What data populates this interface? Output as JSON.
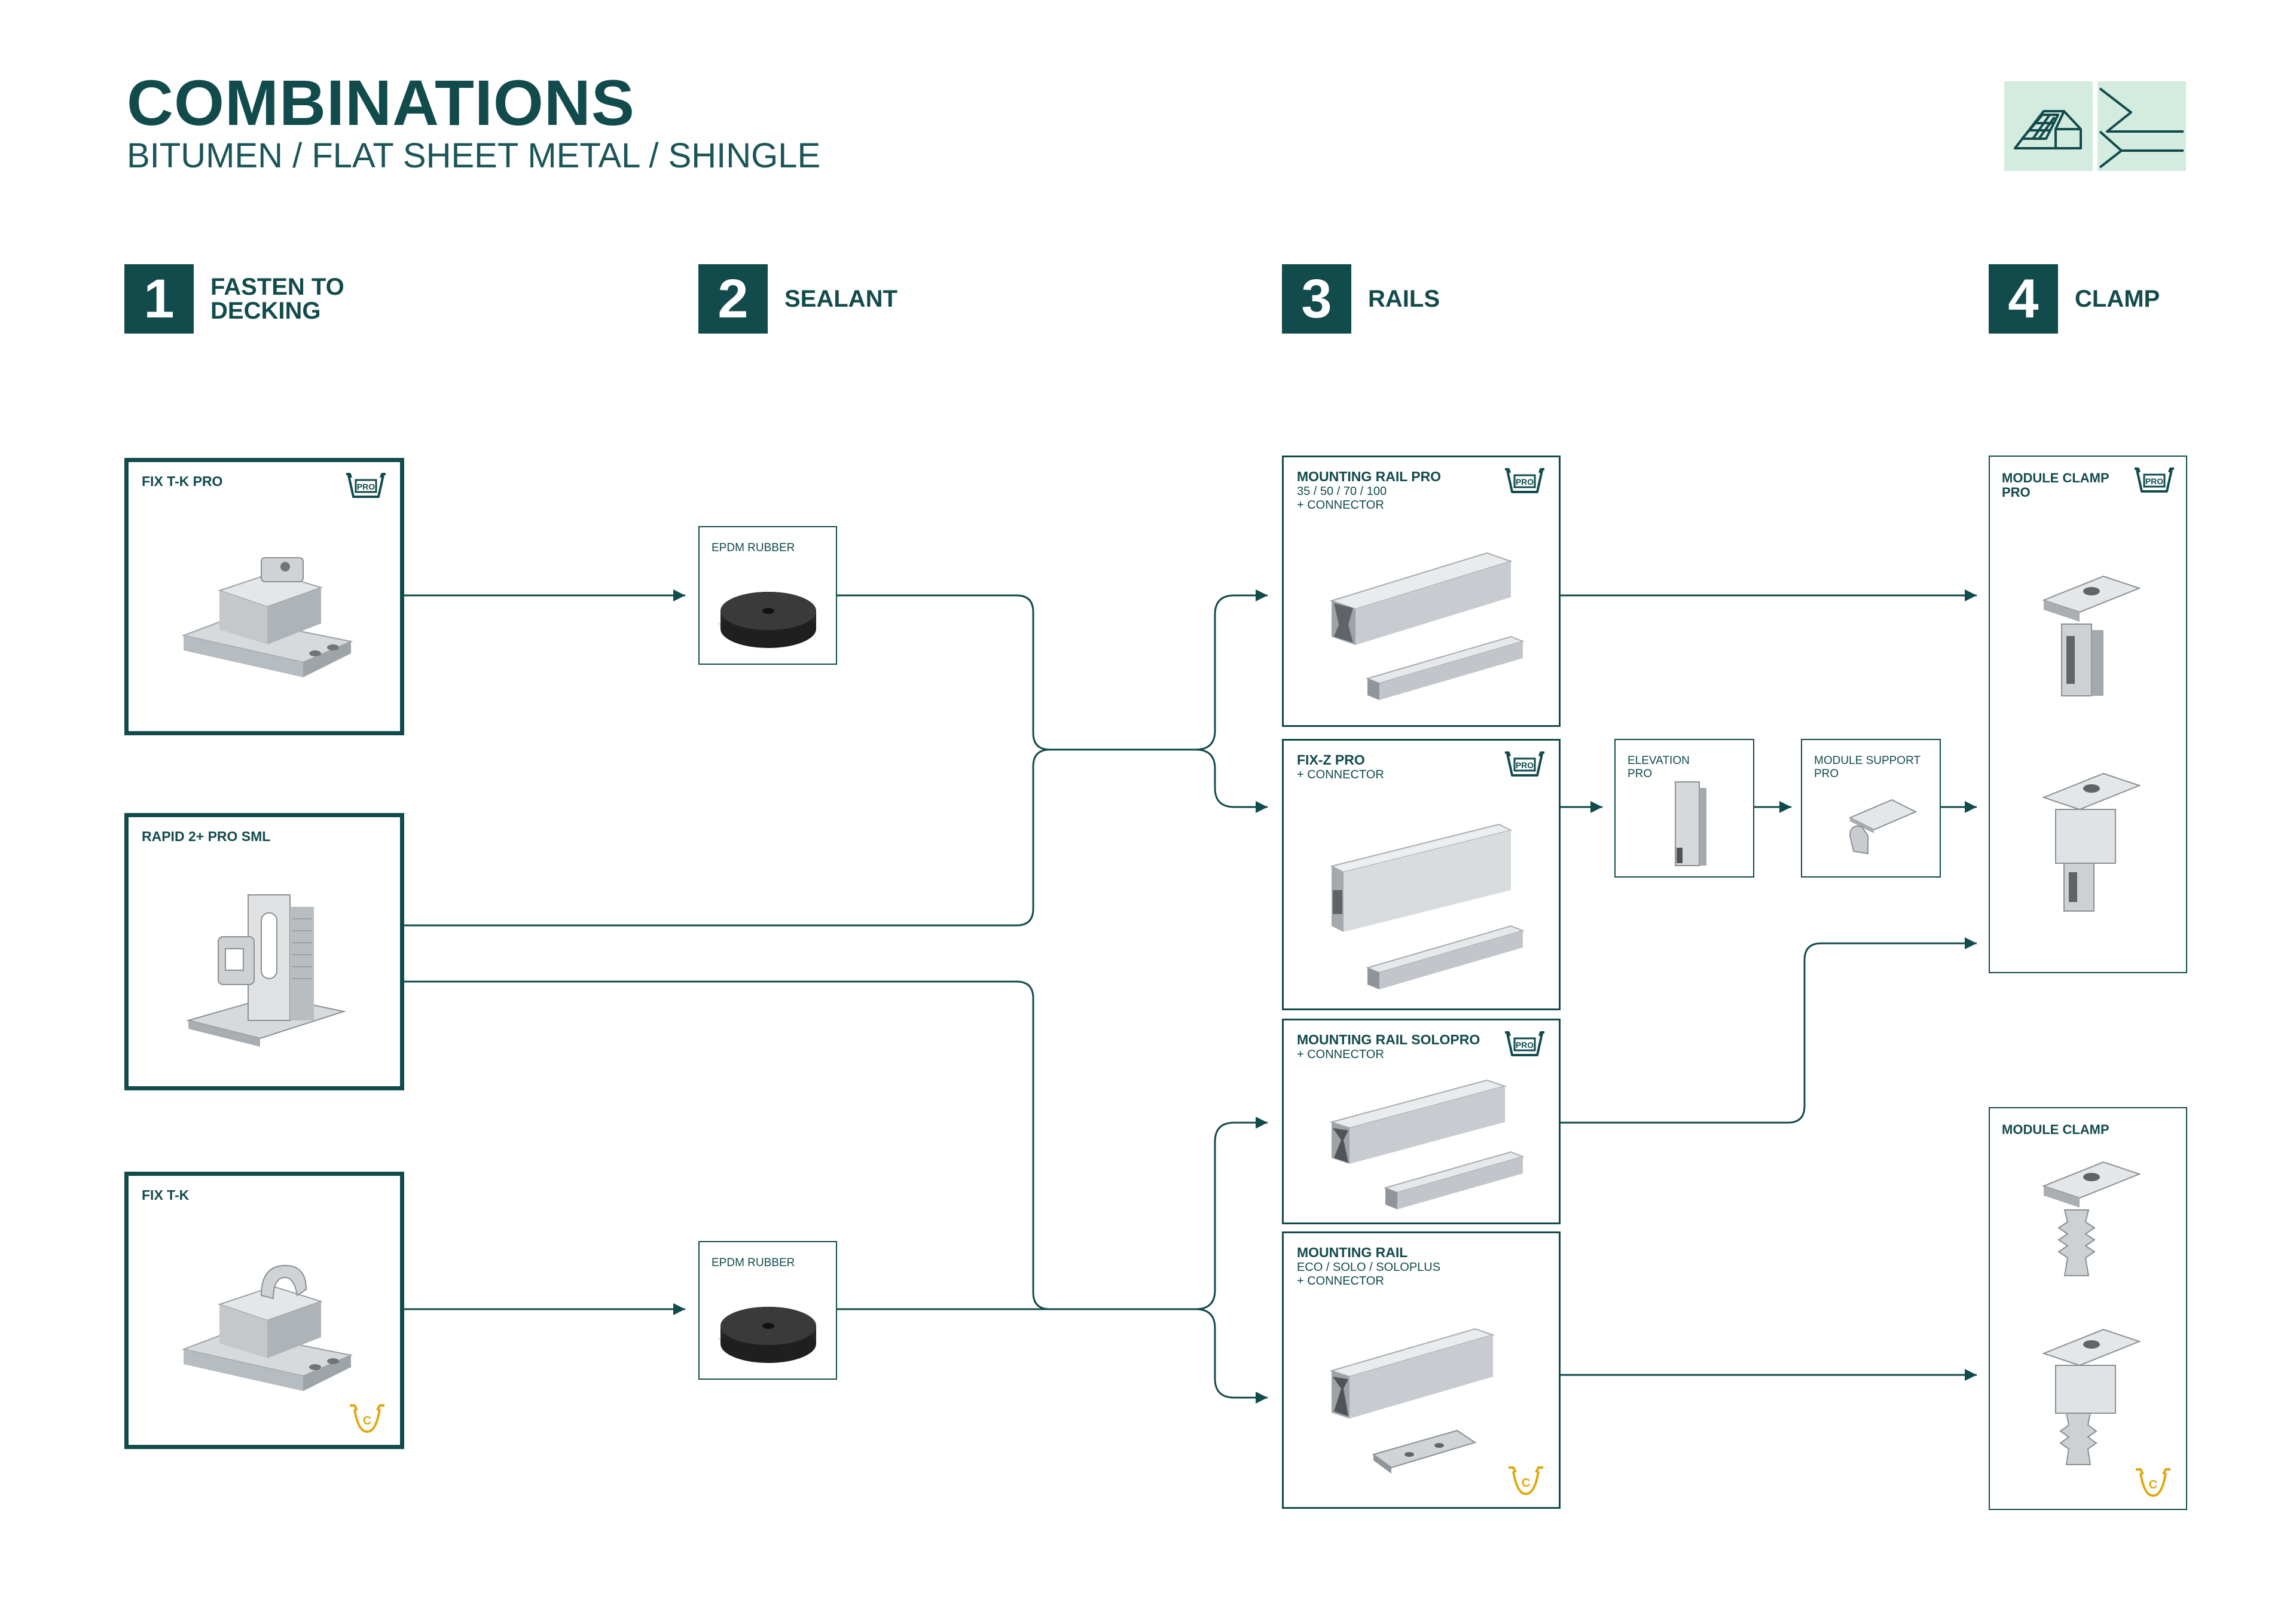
{
  "header": {
    "title": "COMBINATIONS",
    "subtitle": "BITUMEN / FLAT SHEET METAL / SHINGLE"
  },
  "roof_icons": [
    "pitched-roof-solar-icon",
    "flat-sheet-metal-icon"
  ],
  "steps": [
    {
      "num": "1",
      "label_line1": "FASTEN TO",
      "label_line2": "DECKING"
    },
    {
      "num": "2",
      "label_line1": "SEALANT",
      "label_line2": ""
    },
    {
      "num": "3",
      "label_line1": "RAILS",
      "label_line2": ""
    },
    {
      "num": "4",
      "label_line1": "CLAMP",
      "label_line2": ""
    }
  ],
  "fasteners": [
    {
      "title": "FIX T-K PRO",
      "badge": "pro"
    },
    {
      "title": "RAPID 2+ PRO SML",
      "badge": ""
    },
    {
      "title": "FIX T-K",
      "badge": "c"
    }
  ],
  "sealants": [
    {
      "title": "EPDM RUBBER"
    },
    {
      "title": "EPDM RUBBER"
    }
  ],
  "rails": [
    {
      "title": "MOUNTING RAIL PRO",
      "sub_lines": [
        "35 / 50 / 70 / 100",
        "+ CONNECTOR"
      ],
      "badge": "pro"
    },
    {
      "title": "FIX-Z PRO",
      "sub_lines": [
        "+ CONNECTOR"
      ],
      "badge": "pro"
    },
    {
      "title": "MOUNTING RAIL SOLOPRO",
      "sub_lines": [
        "+ CONNECTOR"
      ],
      "badge": "pro"
    },
    {
      "title": "MOUNTING RAIL",
      "sub_lines": [
        "ECO / SOLO / SOLOPLUS",
        "+ CONNECTOR"
      ],
      "badge": "c"
    }
  ],
  "extras": [
    {
      "title_line1": "ELEVATION",
      "title_line2": "PRO"
    },
    {
      "title_line1": "MODULE SUPPORT",
      "title_line2": "PRO"
    }
  ],
  "clamps": [
    {
      "title_line1": "MODULE CLAMP",
      "title_line2": "PRO",
      "badge": "pro"
    },
    {
      "title_line1": "MODULE CLAMP",
      "title_line2": "",
      "badge": "c"
    }
  ],
  "badges": {
    "pro_text": "PRO",
    "c_text": "C"
  },
  "colors": {
    "brand_teal": "#124b4c",
    "roof_icon_bg": "#d4ebdf",
    "aluminium": "#c9cdd0",
    "rubber": "#2f2f2f",
    "c_badge": "#e0a80e"
  }
}
